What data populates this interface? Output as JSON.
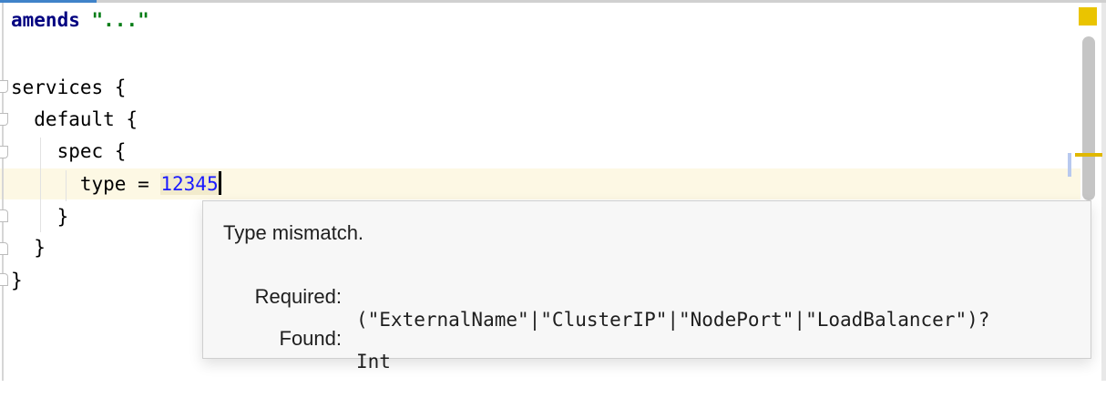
{
  "editor": {
    "lines": [
      {
        "keyword": "amends",
        "string": "\"...\""
      },
      {
        "text": ""
      },
      {
        "text": "services {"
      },
      {
        "text": "  default {"
      },
      {
        "text": "    spec {"
      },
      {
        "prefix": "      type = ",
        "value": "12345"
      },
      {
        "text": "    }"
      },
      {
        "text": "  }"
      },
      {
        "text": "}"
      }
    ]
  },
  "scrollbar": {
    "status_color": "#eac400",
    "warning_marker_color": "#e0b800"
  },
  "popup": {
    "title": "Type mismatch.",
    "required_label": "Required:",
    "required_value": "(\"ExternalName\"|\"ClusterIP\"|\"NodePort\"|\"LoadBalancer\")?",
    "found_label": "Found:",
    "found_value": "Int"
  },
  "colors": {
    "keyword": "#000080",
    "string": "#067d17",
    "number": "#1a1aff",
    "current_line": "#fdf8e4",
    "tab_indicator": "#4083c9"
  }
}
